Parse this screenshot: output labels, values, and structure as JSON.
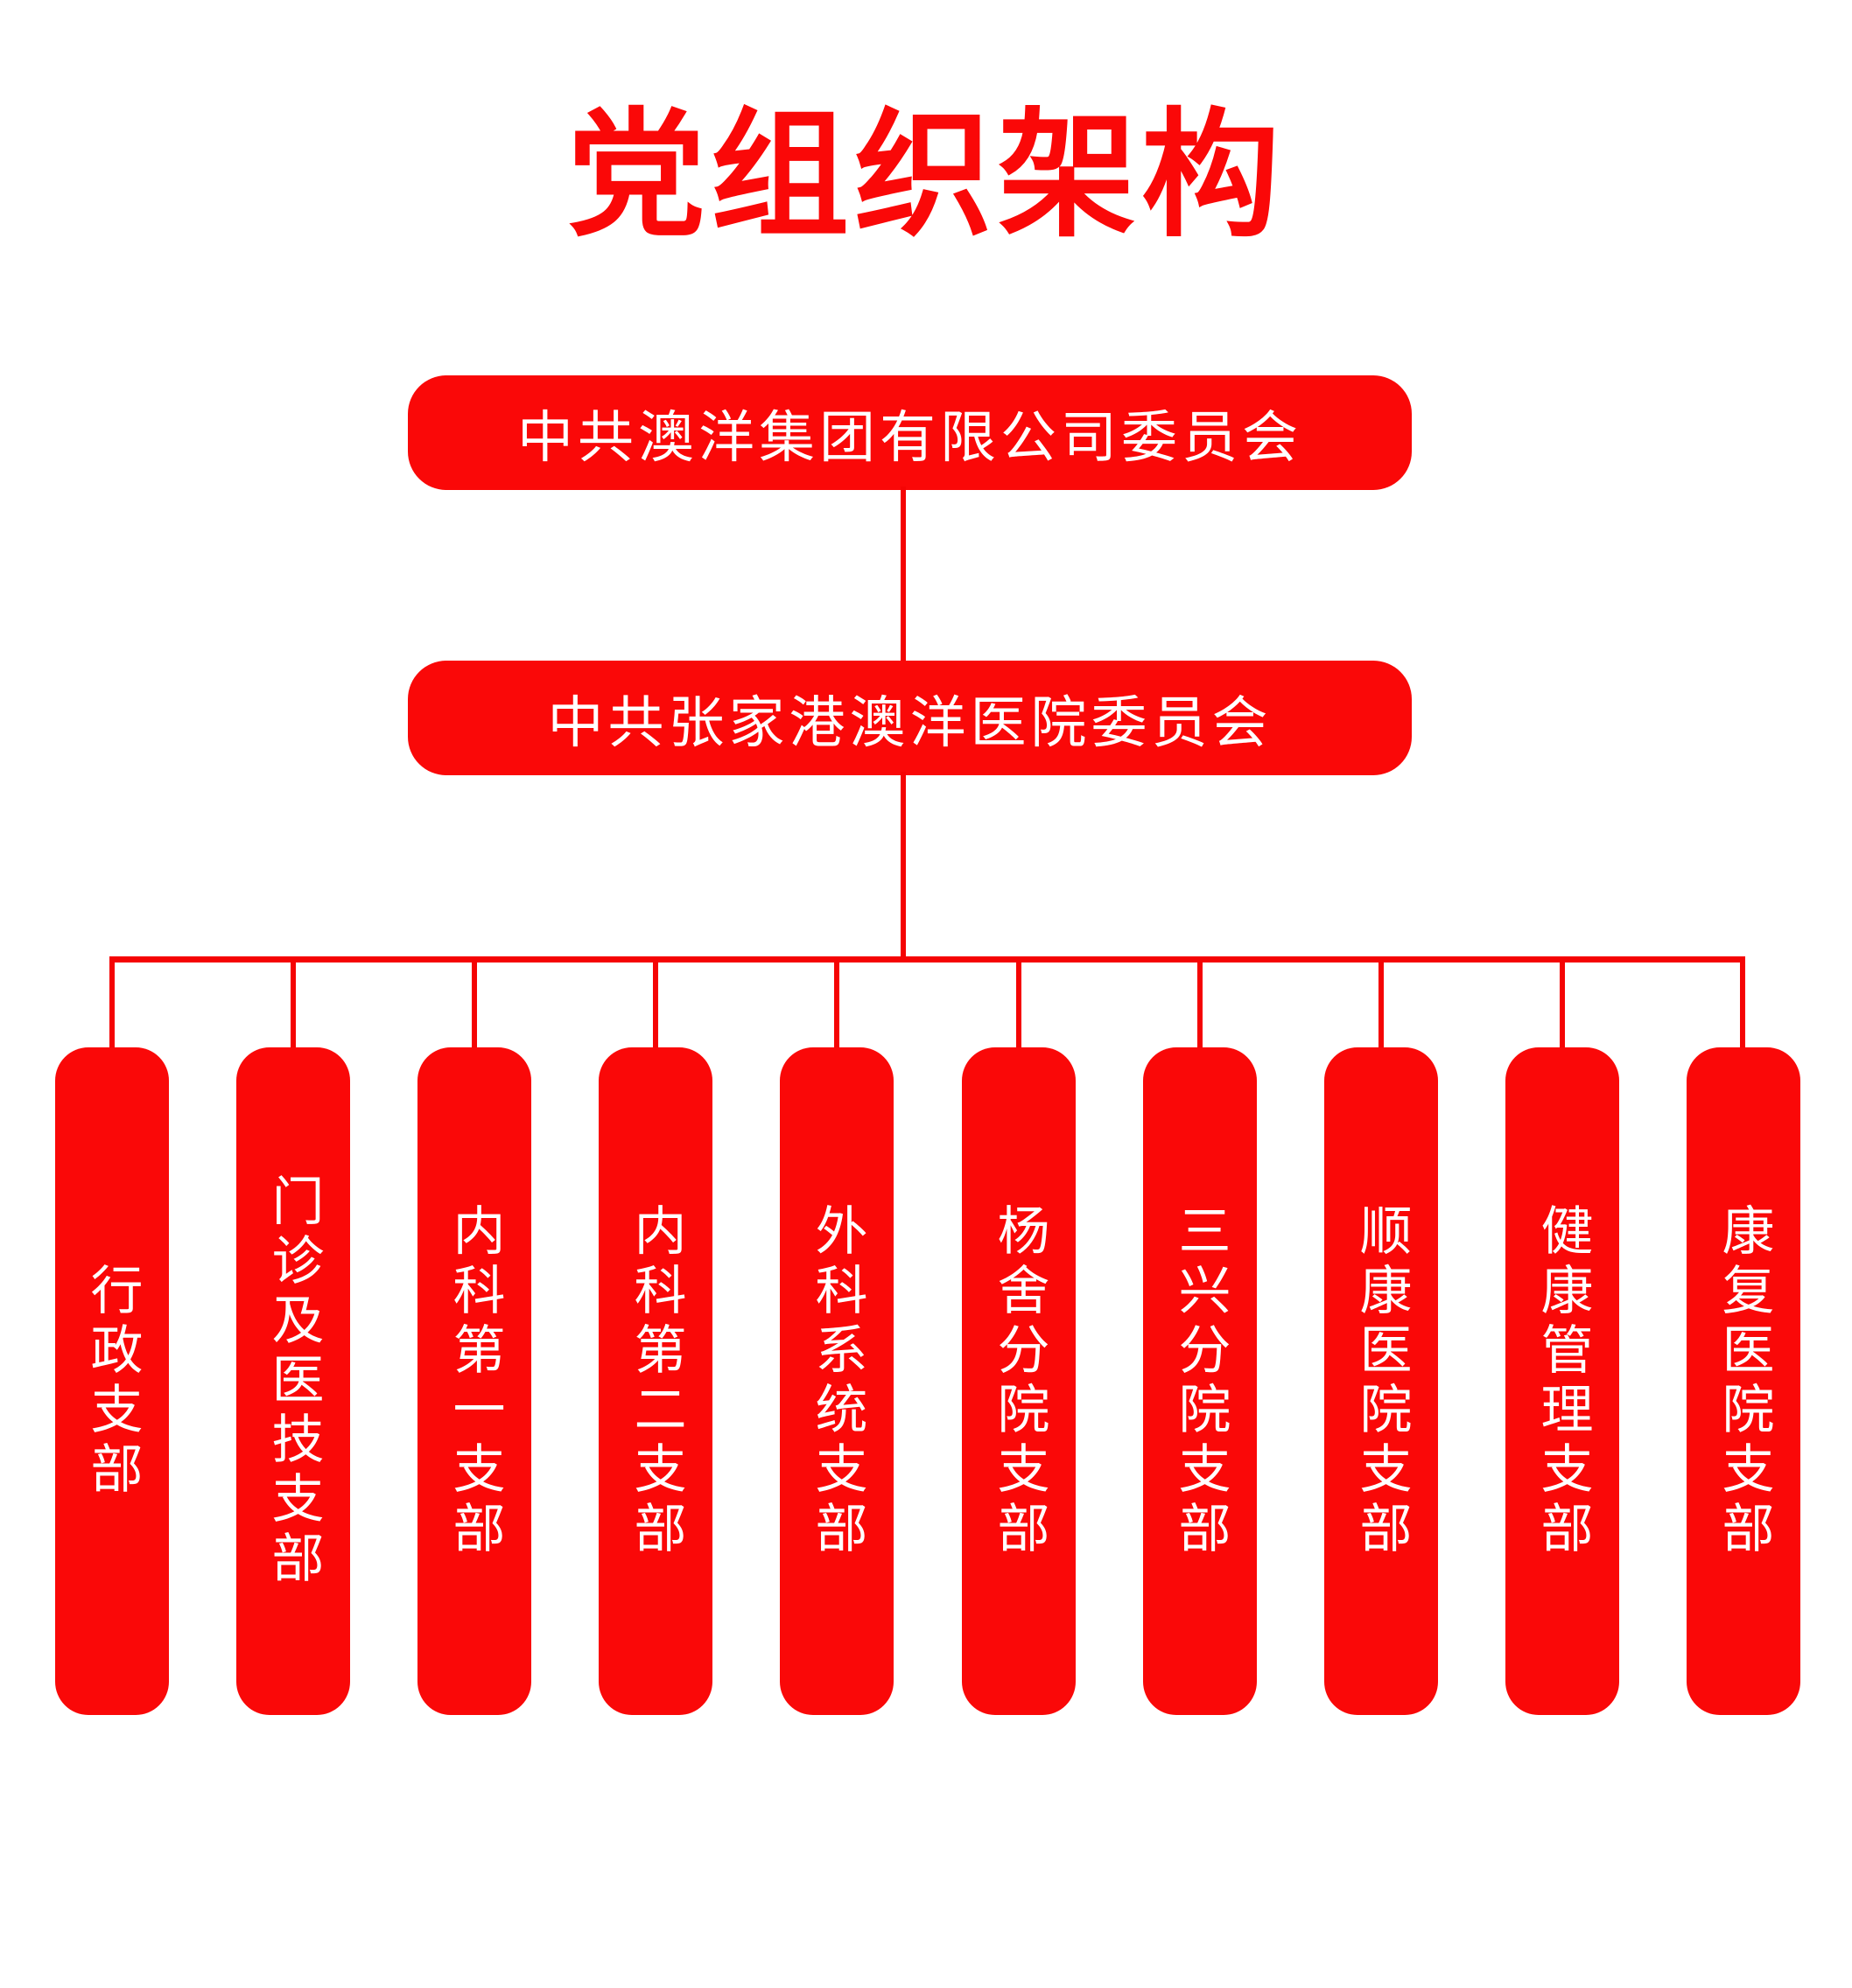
{
  "title": "党组织架构",
  "colors": {
    "primary_red": "#fa0808",
    "line_red": "#f50404",
    "text_on_red": "#ffffff",
    "background": "#ffffff",
    "title_red": "#fa0808"
  },
  "org_chart": {
    "root": {
      "label": "中共澳洋集团有限公司委员会"
    },
    "mid": {
      "label": "中共张家港澳洋医院委员会"
    },
    "branches": [
      {
        "label": "行政支部"
      },
      {
        "label": "门诊及医技支部"
      },
      {
        "label": "内科第一支部"
      },
      {
        "label": "内科第二支部"
      },
      {
        "label": "外科系统支部"
      },
      {
        "label": "杨舍分院支部"
      },
      {
        "label": "三兴分院支部"
      },
      {
        "label": "顺康医院支部"
      },
      {
        "label": "健康管理支部"
      },
      {
        "label": "康复医院支部"
      }
    ]
  }
}
